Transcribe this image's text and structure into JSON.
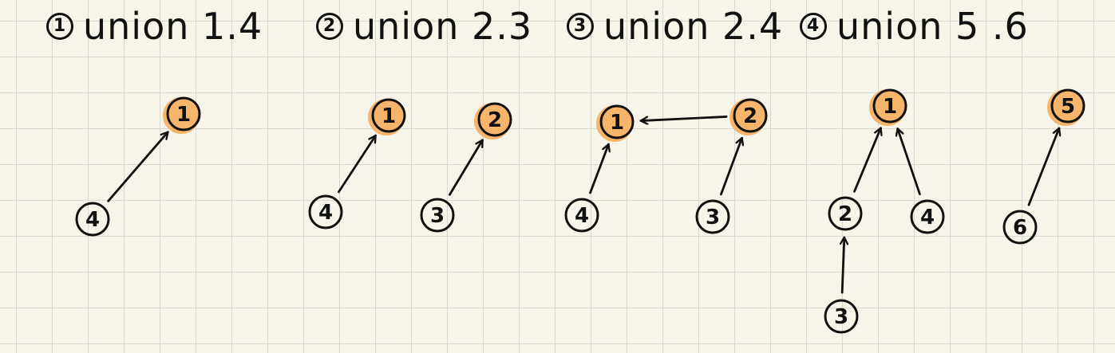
{
  "colors": {
    "highlight": "#f6b56b",
    "ink": "#111111",
    "paper": "#f7f5ea",
    "grid": "#d9d9d4"
  },
  "steps": [
    {
      "number": "1",
      "label": "union 1.4"
    },
    {
      "number": "2",
      "label": "union 2.3"
    },
    {
      "number": "3",
      "label": "union 2.4"
    },
    {
      "number": "4",
      "label": "union 5 .6"
    }
  ],
  "diagrams": [
    {
      "nodes": [
        {
          "id": "s1-n1",
          "label": "1",
          "root": true
        },
        {
          "id": "s1-n4",
          "label": "4",
          "root": false
        }
      ],
      "edges": [
        {
          "from": "s1-n4",
          "to": "s1-n1"
        }
      ]
    },
    {
      "nodes": [
        {
          "id": "s2-n1",
          "label": "1",
          "root": true
        },
        {
          "id": "s2-n2",
          "label": "2",
          "root": true
        },
        {
          "id": "s2-n4",
          "label": "4",
          "root": false
        },
        {
          "id": "s2-n3",
          "label": "3",
          "root": false
        }
      ],
      "edges": [
        {
          "from": "s2-n4",
          "to": "s2-n1"
        },
        {
          "from": "s2-n3",
          "to": "s2-n2"
        }
      ]
    },
    {
      "nodes": [
        {
          "id": "s3-n1",
          "label": "1",
          "root": true
        },
        {
          "id": "s3-n2",
          "label": "2",
          "root": true
        },
        {
          "id": "s3-n4",
          "label": "4",
          "root": false
        },
        {
          "id": "s3-n3",
          "label": "3",
          "root": false
        }
      ],
      "edges": [
        {
          "from": "s3-n2",
          "to": "s3-n1"
        },
        {
          "from": "s3-n4",
          "to": "s3-n1"
        },
        {
          "from": "s3-n3",
          "to": "s3-n2"
        }
      ]
    },
    {
      "nodes": [
        {
          "id": "s4-n1",
          "label": "1",
          "root": true
        },
        {
          "id": "s4-n5",
          "label": "5",
          "root": true
        },
        {
          "id": "s4-n2",
          "label": "2",
          "root": false
        },
        {
          "id": "s4-n4",
          "label": "4",
          "root": false
        },
        {
          "id": "s4-n6",
          "label": "6",
          "root": false
        },
        {
          "id": "s4-n3",
          "label": "3",
          "root": false
        }
      ],
      "edges": [
        {
          "from": "s4-n2",
          "to": "s4-n1"
        },
        {
          "from": "s4-n4",
          "to": "s4-n1"
        },
        {
          "from": "s4-n6",
          "to": "s4-n5"
        },
        {
          "from": "s4-n3",
          "to": "s4-n2"
        }
      ]
    }
  ]
}
